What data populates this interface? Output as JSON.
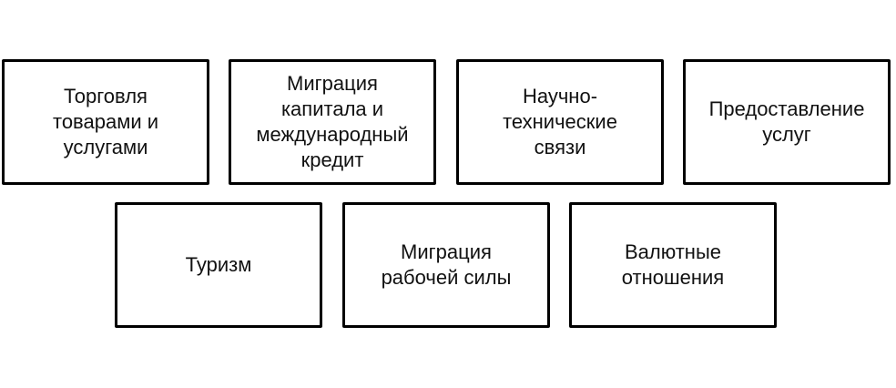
{
  "boxes": [
    {
      "lines": [
        "Торговля",
        "товарами и",
        "услугами"
      ]
    },
    {
      "lines": [
        "Миграция",
        "капитала и",
        "международный",
        "кредит"
      ]
    },
    {
      "lines": [
        "Научно-",
        "технические",
        "связи"
      ]
    },
    {
      "lines": [
        "Предоставление",
        "услуг"
      ]
    },
    {
      "lines": [
        "Туризм"
      ]
    },
    {
      "lines": [
        "Миграция",
        "рабочей силы"
      ]
    },
    {
      "lines": [
        "Валютные",
        "отношения"
      ]
    }
  ]
}
